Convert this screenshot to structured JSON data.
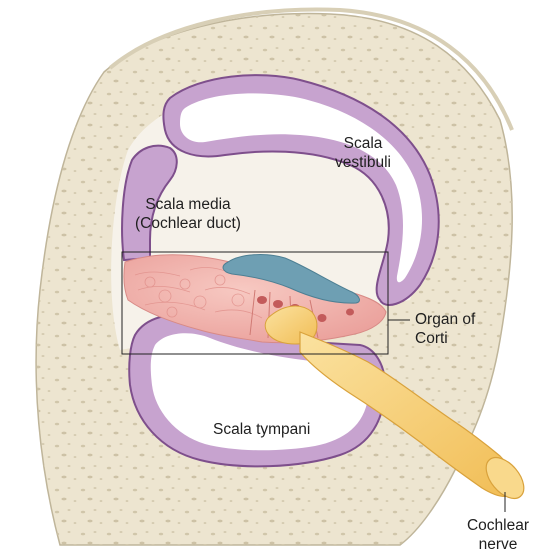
{
  "labels": {
    "scala_vestibuli": [
      "Scala",
      "vestibuli"
    ],
    "scala_media": [
      "Scala media",
      "(Cochlear duct)"
    ],
    "scala_tympani": "Scala tympani",
    "organ_of_corti": [
      "Organ of",
      "Corti"
    ],
    "cochlear_nerve": [
      "Cochlear",
      "nerve"
    ]
  },
  "colors": {
    "bone": "#ede5d0",
    "bone_edge": "#bfb59a",
    "duct_wall": "#9a6aa6",
    "duct_fill": "#c7a3cf",
    "perilymph": "#ffffff",
    "media_fill": "#f6f2ea",
    "tectorial": "#6e9fb3",
    "organ_pink": "#f3b6b0",
    "nerve": "#f6cd72",
    "outline": "#222222"
  }
}
